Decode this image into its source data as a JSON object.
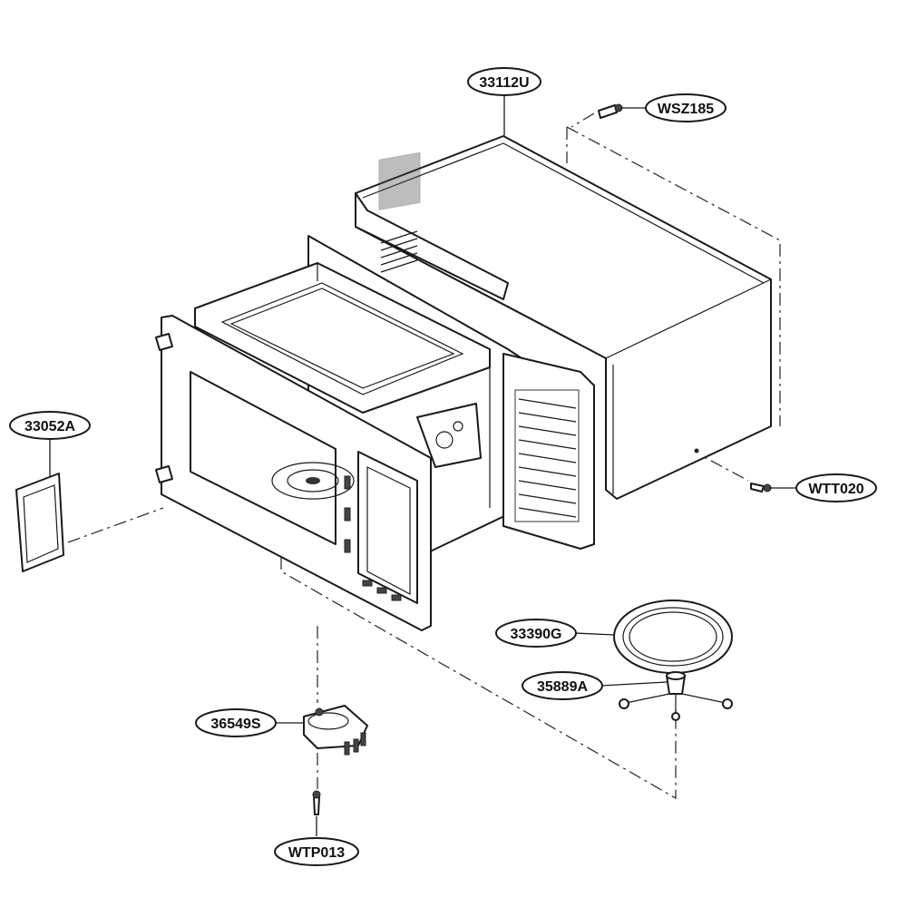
{
  "callouts": {
    "outer_case": "33112U",
    "case_screw_top": "WSZ185",
    "case_screw_side": "WTT020",
    "cover": "33052A",
    "glass_tray": "33390G",
    "roller_stay": "35889A",
    "turntable_motor": "36549S",
    "motor_screw": "WTP013"
  },
  "colors": {
    "line": "#1a1a1a",
    "background": "#ffffff"
  }
}
